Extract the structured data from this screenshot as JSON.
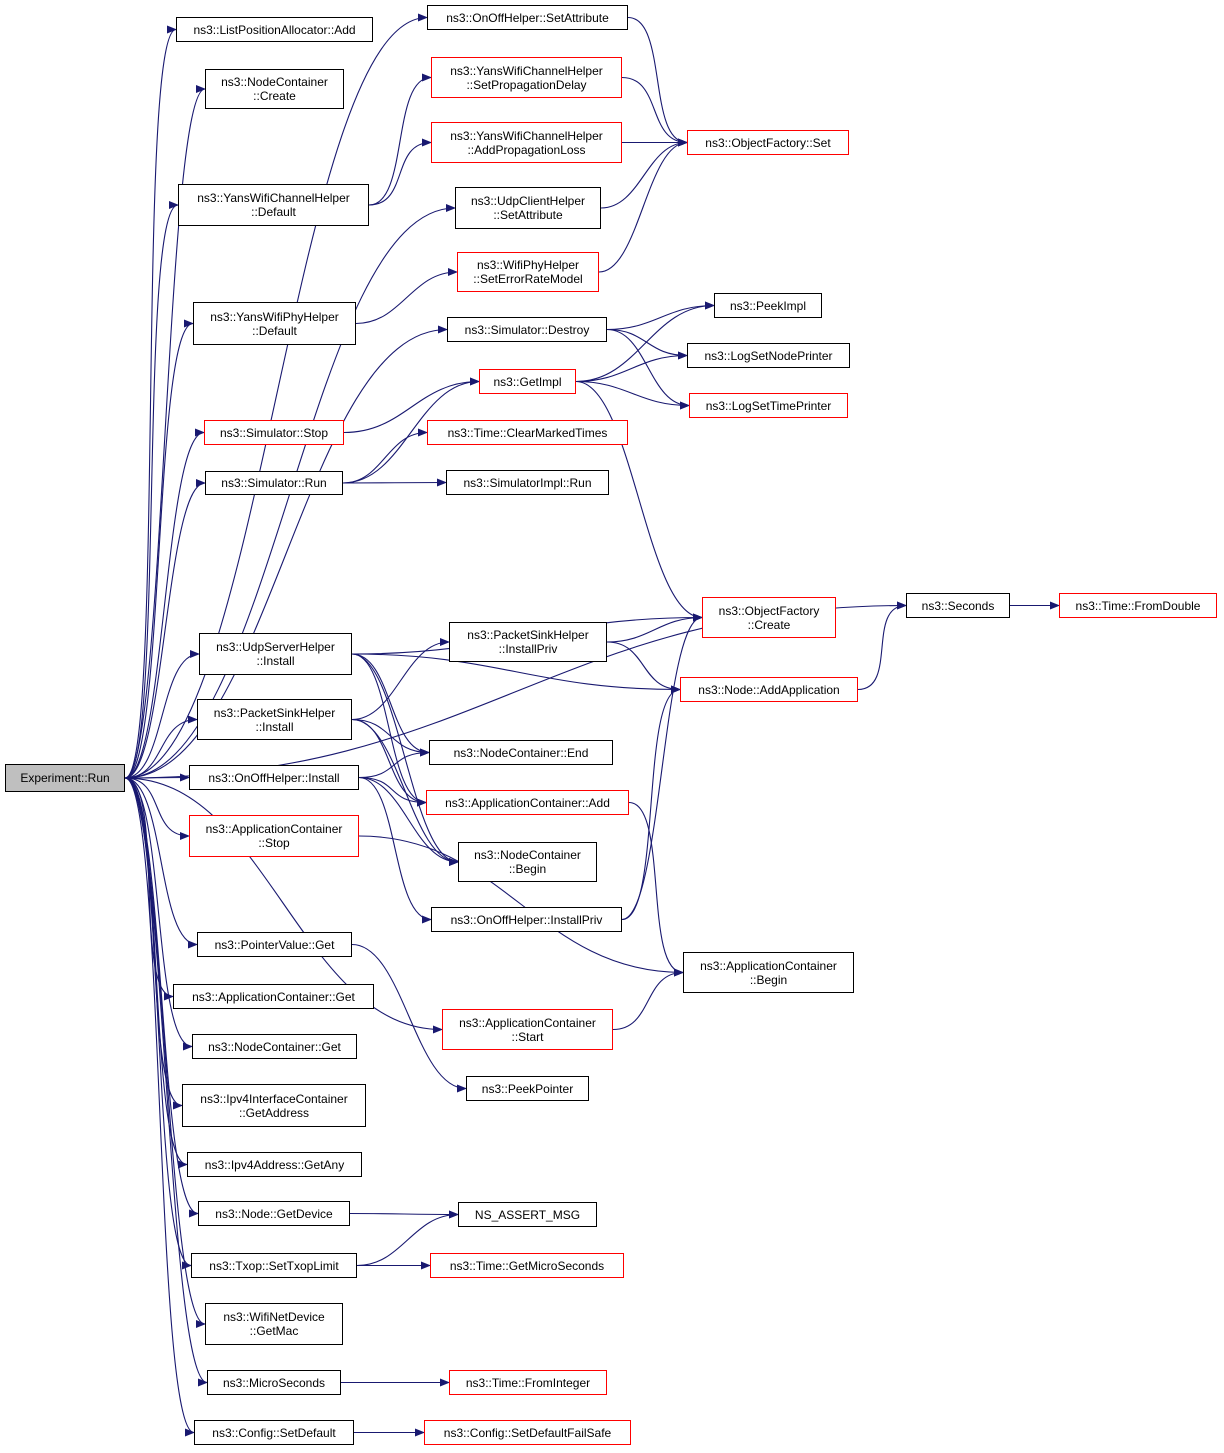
{
  "colors": {
    "edge": "#191970",
    "normal_border": "#000000",
    "red_border": "#ff0000",
    "root_fill": "#bfbfbf"
  },
  "nodes": [
    {
      "id": "root",
      "lines": [
        "Experiment::Run"
      ],
      "style": "root"
    },
    {
      "id": "lpa_add",
      "lines": [
        "ns3::ListPositionAllocator::Add"
      ],
      "style": "normal"
    },
    {
      "id": "nc_create",
      "lines": [
        "ns3::NodeContainer",
        "::Create"
      ],
      "style": "normal"
    },
    {
      "id": "ywch_default",
      "lines": [
        "ns3::YansWifiChannelHelper",
        "::Default"
      ],
      "style": "normal"
    },
    {
      "id": "ywph_default",
      "lines": [
        "ns3::YansWifiPhyHelper",
        "::Default"
      ],
      "style": "normal"
    },
    {
      "id": "sim_stop",
      "lines": [
        "ns3::Simulator::Stop"
      ],
      "style": "red"
    },
    {
      "id": "sim_run",
      "lines": [
        "ns3::Simulator::Run"
      ],
      "style": "normal"
    },
    {
      "id": "udps_install",
      "lines": [
        "ns3::UdpServerHelper",
        "::Install"
      ],
      "style": "normal"
    },
    {
      "id": "psh_install",
      "lines": [
        "ns3::PacketSinkHelper",
        "::Install"
      ],
      "style": "normal"
    },
    {
      "id": "ooh_install",
      "lines": [
        "ns3::OnOffHelper::Install"
      ],
      "style": "normal"
    },
    {
      "id": "ac_stop",
      "lines": [
        "ns3::ApplicationContainer",
        "::Stop"
      ],
      "style": "red"
    },
    {
      "id": "pv_get",
      "lines": [
        "ns3::PointerValue::Get"
      ],
      "style": "normal"
    },
    {
      "id": "ac_get",
      "lines": [
        "ns3::ApplicationContainer::Get"
      ],
      "style": "normal"
    },
    {
      "id": "nc_get",
      "lines": [
        "ns3::NodeContainer::Get"
      ],
      "style": "normal"
    },
    {
      "id": "ipv4ic_getaddr",
      "lines": [
        "ns3::Ipv4InterfaceContainer",
        "::GetAddress"
      ],
      "style": "normal"
    },
    {
      "id": "ipv4a_getany",
      "lines": [
        "ns3::Ipv4Address::GetAny"
      ],
      "style": "normal"
    },
    {
      "id": "node_getdevice",
      "lines": [
        "ns3::Node::GetDevice"
      ],
      "style": "normal"
    },
    {
      "id": "txop_limit",
      "lines": [
        "ns3::Txop::SetTxopLimit"
      ],
      "style": "normal"
    },
    {
      "id": "wnd_getmac",
      "lines": [
        "ns3::WifiNetDevice",
        "::GetMac"
      ],
      "style": "normal"
    },
    {
      "id": "microseconds",
      "lines": [
        "ns3::MicroSeconds"
      ],
      "style": "normal"
    },
    {
      "id": "config_setdefault",
      "lines": [
        "ns3::Config::SetDefault"
      ],
      "style": "normal"
    },
    {
      "id": "ooh_setattr",
      "lines": [
        "ns3::OnOffHelper::SetAttribute"
      ],
      "style": "normal"
    },
    {
      "id": "ywch_setdelay",
      "lines": [
        "ns3::YansWifiChannelHelper",
        "::SetPropagationDelay"
      ],
      "style": "red"
    },
    {
      "id": "ywch_addloss",
      "lines": [
        "ns3::YansWifiChannelHelper",
        "::AddPropagationLoss"
      ],
      "style": "red"
    },
    {
      "id": "udpc_setattr",
      "lines": [
        "ns3::UdpClientHelper",
        "::SetAttribute"
      ],
      "style": "normal"
    },
    {
      "id": "wph_seterr",
      "lines": [
        "ns3::WifiPhyHelper",
        "::SetErrorRateModel"
      ],
      "style": "red"
    },
    {
      "id": "sim_destroy",
      "lines": [
        "ns3::Simulator::Destroy"
      ],
      "style": "normal"
    },
    {
      "id": "getimpl",
      "lines": [
        "ns3::GetImpl"
      ],
      "style": "red"
    },
    {
      "id": "time_clear",
      "lines": [
        "ns3::Time::ClearMarkedTimes"
      ],
      "style": "red"
    },
    {
      "id": "simimpl_run",
      "lines": [
        "ns3::SimulatorImpl::Run"
      ],
      "style": "normal"
    },
    {
      "id": "psh_installpriv",
      "lines": [
        "ns3::PacketSinkHelper",
        "::InstallPriv"
      ],
      "style": "normal"
    },
    {
      "id": "nc_end",
      "lines": [
        "ns3::NodeContainer::End"
      ],
      "style": "normal"
    },
    {
      "id": "ac_add",
      "lines": [
        "ns3::ApplicationContainer::Add"
      ],
      "style": "red"
    },
    {
      "id": "nc_begin",
      "lines": [
        "ns3::NodeContainer",
        "::Begin"
      ],
      "style": "normal"
    },
    {
      "id": "ooh_installpriv",
      "lines": [
        "ns3::OnOffHelper::InstallPriv"
      ],
      "style": "normal"
    },
    {
      "id": "ac_start",
      "lines": [
        "ns3::ApplicationContainer",
        "::Start"
      ],
      "style": "red"
    },
    {
      "id": "peekpointer",
      "lines": [
        "ns3::PeekPointer"
      ],
      "style": "normal"
    },
    {
      "id": "ns_assert",
      "lines": [
        "NS_ASSERT_MSG"
      ],
      "style": "normal"
    },
    {
      "id": "time_getmicro",
      "lines": [
        "ns3::Time::GetMicroSeconds"
      ],
      "style": "red"
    },
    {
      "id": "time_fromint",
      "lines": [
        "ns3::Time::FromInteger"
      ],
      "style": "red"
    },
    {
      "id": "config_failsafe",
      "lines": [
        "ns3::Config::SetDefaultFailSafe"
      ],
      "style": "red"
    },
    {
      "id": "of_set",
      "lines": [
        "ns3::ObjectFactory::Set"
      ],
      "style": "red"
    },
    {
      "id": "peekimpl",
      "lines": [
        "ns3::PeekImpl"
      ],
      "style": "normal"
    },
    {
      "id": "lognode",
      "lines": [
        "ns3::LogSetNodePrinter"
      ],
      "style": "normal"
    },
    {
      "id": "logtime",
      "lines": [
        "ns3::LogSetTimePrinter"
      ],
      "style": "red"
    },
    {
      "id": "seconds",
      "lines": [
        "ns3::Seconds"
      ],
      "style": "normal"
    },
    {
      "id": "of_create",
      "lines": [
        "ns3::ObjectFactory",
        "::Create"
      ],
      "style": "red"
    },
    {
      "id": "node_addapp",
      "lines": [
        "ns3::Node::AddApplication"
      ],
      "style": "red"
    },
    {
      "id": "ac_begin",
      "lines": [
        "ns3::ApplicationContainer",
        "::Begin"
      ],
      "style": "normal"
    },
    {
      "id": "time_fromdouble",
      "lines": [
        "ns3::Time::FromDouble"
      ],
      "style": "red"
    }
  ],
  "edges": [
    [
      "root",
      "lpa_add"
    ],
    [
      "root",
      "nc_create"
    ],
    [
      "root",
      "ywch_default"
    ],
    [
      "root",
      "ywph_default"
    ],
    [
      "root",
      "sim_stop"
    ],
    [
      "root",
      "sim_run"
    ],
    [
      "root",
      "udps_install"
    ],
    [
      "root",
      "psh_install"
    ],
    [
      "root",
      "ooh_install"
    ],
    [
      "root",
      "ac_stop"
    ],
    [
      "root",
      "pv_get"
    ],
    [
      "root",
      "ac_get"
    ],
    [
      "root",
      "nc_get"
    ],
    [
      "root",
      "ipv4ic_getaddr"
    ],
    [
      "root",
      "ipv4a_getany"
    ],
    [
      "root",
      "node_getdevice"
    ],
    [
      "root",
      "txop_limit"
    ],
    [
      "root",
      "wnd_getmac"
    ],
    [
      "root",
      "microseconds"
    ],
    [
      "root",
      "config_setdefault"
    ],
    [
      "root",
      "ooh_setattr"
    ],
    [
      "root",
      "udpc_setattr"
    ],
    [
      "root",
      "sim_destroy"
    ],
    [
      "root",
      "seconds"
    ],
    [
      "root",
      "ac_start"
    ],
    [
      "ywch_default",
      "ywch_setdelay"
    ],
    [
      "ywch_default",
      "ywch_addloss"
    ],
    [
      "ywph_default",
      "wph_seterr"
    ],
    [
      "ooh_setattr",
      "of_set"
    ],
    [
      "ywch_setdelay",
      "of_set"
    ],
    [
      "ywch_addloss",
      "of_set"
    ],
    [
      "udpc_setattr",
      "of_set"
    ],
    [
      "wph_seterr",
      "of_set"
    ],
    [
      "sim_destroy",
      "peekimpl"
    ],
    [
      "sim_destroy",
      "lognode"
    ],
    [
      "sim_destroy",
      "logtime"
    ],
    [
      "sim_stop",
      "getimpl"
    ],
    [
      "getimpl",
      "peekimpl"
    ],
    [
      "getimpl",
      "lognode"
    ],
    [
      "getimpl",
      "logtime"
    ],
    [
      "getimpl",
      "of_create"
    ],
    [
      "sim_run",
      "getimpl"
    ],
    [
      "sim_run",
      "time_clear"
    ],
    [
      "sim_run",
      "simimpl_run"
    ],
    [
      "seconds",
      "time_fromdouble"
    ],
    [
      "udps_install",
      "of_create"
    ],
    [
      "udps_install",
      "node_addapp"
    ],
    [
      "udps_install",
      "nc_end"
    ],
    [
      "udps_install",
      "ac_add"
    ],
    [
      "udps_install",
      "nc_begin"
    ],
    [
      "psh_install",
      "psh_installpriv"
    ],
    [
      "psh_install",
      "nc_end"
    ],
    [
      "psh_install",
      "ac_add"
    ],
    [
      "psh_install",
      "nc_begin"
    ],
    [
      "psh_installpriv",
      "of_create"
    ],
    [
      "psh_installpriv",
      "node_addapp"
    ],
    [
      "node_addapp",
      "seconds"
    ],
    [
      "ooh_install",
      "nc_end"
    ],
    [
      "ooh_install",
      "ac_add"
    ],
    [
      "ooh_install",
      "nc_begin"
    ],
    [
      "ooh_install",
      "ooh_installpriv"
    ],
    [
      "ooh_installpriv",
      "of_create"
    ],
    [
      "ooh_installpriv",
      "node_addapp"
    ],
    [
      "ac_add",
      "ac_begin"
    ],
    [
      "ac_stop",
      "ac_begin"
    ],
    [
      "ac_start",
      "ac_begin"
    ],
    [
      "pv_get",
      "peekpointer"
    ],
    [
      "node_getdevice",
      "ns_assert"
    ],
    [
      "txop_limit",
      "ns_assert"
    ],
    [
      "txop_limit",
      "time_getmicro"
    ],
    [
      "microseconds",
      "time_fromint"
    ],
    [
      "config_setdefault",
      "config_failsafe"
    ]
  ]
}
